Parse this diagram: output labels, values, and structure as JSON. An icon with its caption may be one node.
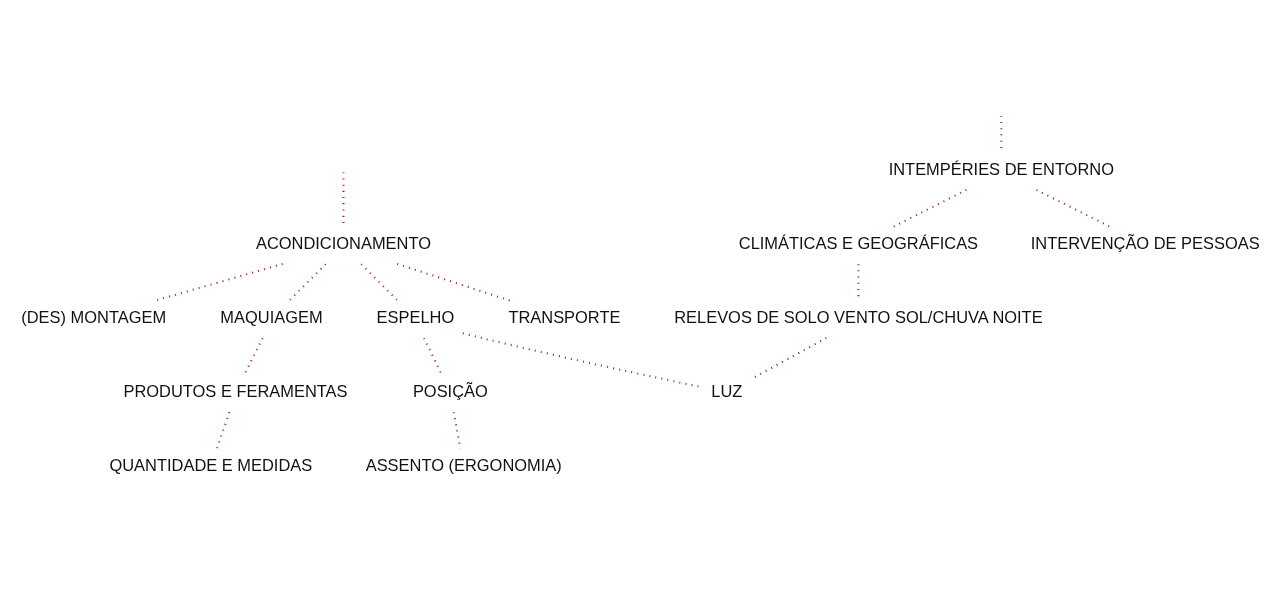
{
  "diagram": {
    "nodes": [
      {
        "text": [
          "INTEMPÉRIES DE ENTORNO"
        ]
      },
      {
        "text": [
          "INTERVENÇÃO DE PESSOAS"
        ]
      },
      {
        "text": [
          "CLIMÁTICAS E GEOGRÁFICAS"
        ]
      },
      {
        "text": [
          "RELEVOS DE SOLO VENTO SOL/CHUVA NOITE"
        ]
      },
      {
        "text": [
          "ACONDICIONAMENTO"
        ]
      },
      {
        "text": [
          "TRANSPORTE"
        ]
      },
      {
        "text": [
          "(DES) MONTAGEM"
        ]
      },
      {
        "text": [
          "ESPELHO"
        ]
      },
      {
        "text": [
          "MAQUIAGEM"
        ]
      },
      {
        "text": [
          "LUZ"
        ]
      },
      {
        "text": [
          "POSIÇÃO"
        ]
      },
      {
        "text": [
          "PRODUTOS E FERAMENTAS"
        ]
      },
      {
        "text": [
          "ASSENTO (ERGONOMIA)"
        ]
      },
      {
        "text": [
          "QUANTIDADE E MEDIDAS"
        ]
      }
    ],
    "edges": [
      {
        "from": null,
        "to": 0,
        "arrow": "none"
      },
      {
        "from": 0,
        "to": 1,
        "arrow": "none"
      },
      {
        "from": 0,
        "to": 2,
        "arrow": "none"
      },
      {
        "from": 2,
        "to": 3,
        "arrow": "none"
      },
      {
        "from": 3,
        "to": 9,
        "arrow": "none"
      },
      {
        "from": null,
        "to": 4,
        "arrow": "none"
      },
      {
        "from": 4,
        "to": 5,
        "arrow": "none"
      },
      {
        "from": 4,
        "to": 6,
        "arrow": "none"
      },
      {
        "from": 4,
        "to": 7,
        "arrow": "none"
      },
      {
        "from": 4,
        "to": 8,
        "arrow": "none"
      },
      {
        "from": 7,
        "to": 9,
        "arrow": "none"
      },
      {
        "from": 7,
        "to": 10,
        "arrow": "none"
      },
      {
        "from": 10,
        "to": 12,
        "arrow": "none"
      },
      {
        "from": 8,
        "to": 11,
        "arrow": "none"
      },
      {
        "from": 11,
        "to": 13,
        "arrow": "none"
      }
    ]
  }
}
